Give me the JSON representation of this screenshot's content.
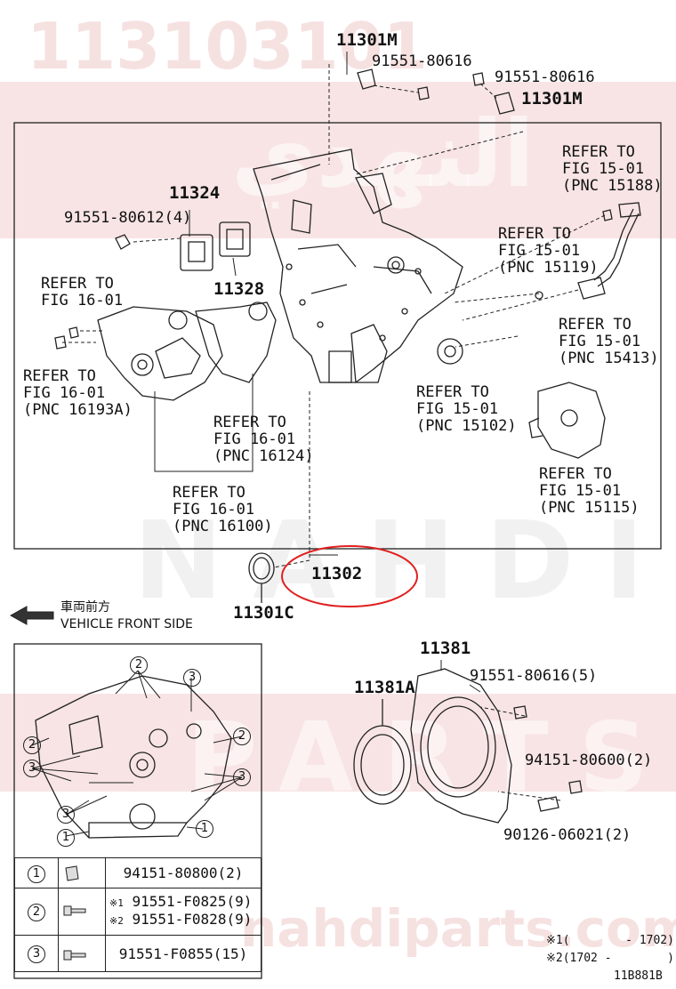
{
  "watermark": {
    "part_number": "113103101",
    "arabic": "النهدي",
    "brand": "NAHDI",
    "brand2": "PARTS",
    "site": "nahdiparts.com"
  },
  "main_labels": {
    "p11301M_top": "11301M",
    "b91551_80616_a": "91551-80616",
    "b91551_80616_b": "91551-80616",
    "p11301M_right": "11301M",
    "p11324": "11324",
    "b91551_80612": "91551-80612(4)",
    "p11328": "11328",
    "p11302": "11302",
    "p11301C": "11301C"
  },
  "refs": [
    {
      "line1": "REFER TO",
      "line2": "FIG 15-01",
      "line3": "(PNC 15188)"
    },
    {
      "line1": "REFER TO",
      "line2": "FIG 15-01",
      "line3": "(PNC 15119)"
    },
    {
      "line1": "REFER TO",
      "line2": "FIG 16-01",
      "line3": ""
    },
    {
      "line1": "REFER TO",
      "line2": "FIG 15-01",
      "line3": "(PNC 15413)"
    },
    {
      "line1": "REFER TO",
      "line2": "FIG 16-01",
      "line3": "(PNC 16193A)"
    },
    {
      "line1": "REFER TO",
      "line2": "FIG 15-01",
      "line3": "(PNC 15102)"
    },
    {
      "line1": "REFER TO",
      "line2": "FIG 16-01",
      "line3": "(PNC 16124)"
    },
    {
      "line1": "REFER TO",
      "line2": "FIG 15-01",
      "line3": "(PNC 15115)"
    },
    {
      "line1": "REFER TO",
      "line2": "FIG 16-01",
      "line3": "(PNC 16100)"
    }
  ],
  "front_side": {
    "jp": "車両前方",
    "en": "VEHICLE FRONT SIDE"
  },
  "rear": {
    "p11381": "11381",
    "p11381A": "11381A",
    "b91551_80616_5": "91551-80616(5)",
    "n94151_80600": "94151-80600(2)",
    "s90126_06021": "90126-06021(2)"
  },
  "bubbles": {
    "b1": "1",
    "b2": "2",
    "b3": "3"
  },
  "legend": {
    "row1": {
      "num": "1",
      "part": "94151-80800(2)"
    },
    "row2": {
      "num": "2",
      "mark1": "※1",
      "part1": "91551-F0825(9)",
      "mark2": "※2",
      "part2": "91551-F0828(9)"
    },
    "row3": {
      "num": "3",
      "part": "91551-F0855(15)"
    }
  },
  "footnotes": {
    "n1_mark": "※1",
    "n1_text": "(        - 1702)",
    "n2_mark": "※2",
    "n2_text": "(1702 -        )",
    "code": "11B881B"
  },
  "highlight_color": "#e02020"
}
